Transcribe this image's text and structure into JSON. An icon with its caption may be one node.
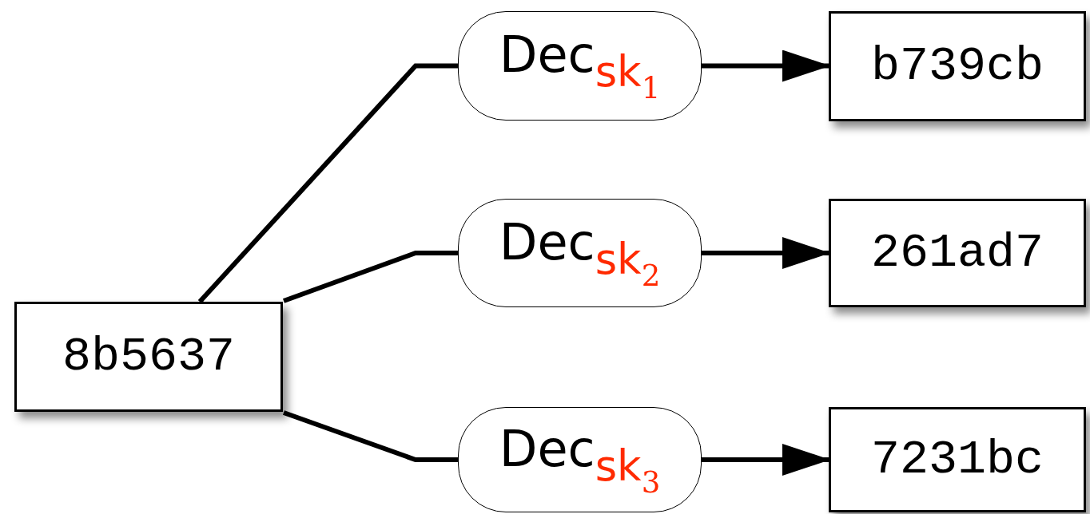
{
  "diagram": {
    "nodes": [
      {
        "text": [
          "8b5637"
        ]
      },
      {
        "text": [
          "Dec$_{sk}$$_{1}$"
        ]
      },
      {
        "text": [
          "Dec$_{sk}$$_{2}$"
        ]
      },
      {
        "text": [
          "Dec$_{sk}$$_{3}$"
        ]
      },
      {
        "text": [
          "b739cb"
        ]
      },
      {
        "text": [
          "261ad7"
        ]
      },
      {
        "text": [
          "7231bc"
        ]
      }
    ],
    "edges": [
      {
        "from": 0,
        "to": 1,
        "arrow": "none"
      },
      {
        "from": 0,
        "to": 2,
        "arrow": "none"
      },
      {
        "from": 0,
        "to": 3,
        "arrow": "none"
      },
      {
        "from": 1,
        "to": 4,
        "arrow": "to"
      },
      {
        "from": 2,
        "to": 5,
        "arrow": "to"
      },
      {
        "from": 3,
        "to": 6,
        "arrow": "to"
      }
    ]
  }
}
